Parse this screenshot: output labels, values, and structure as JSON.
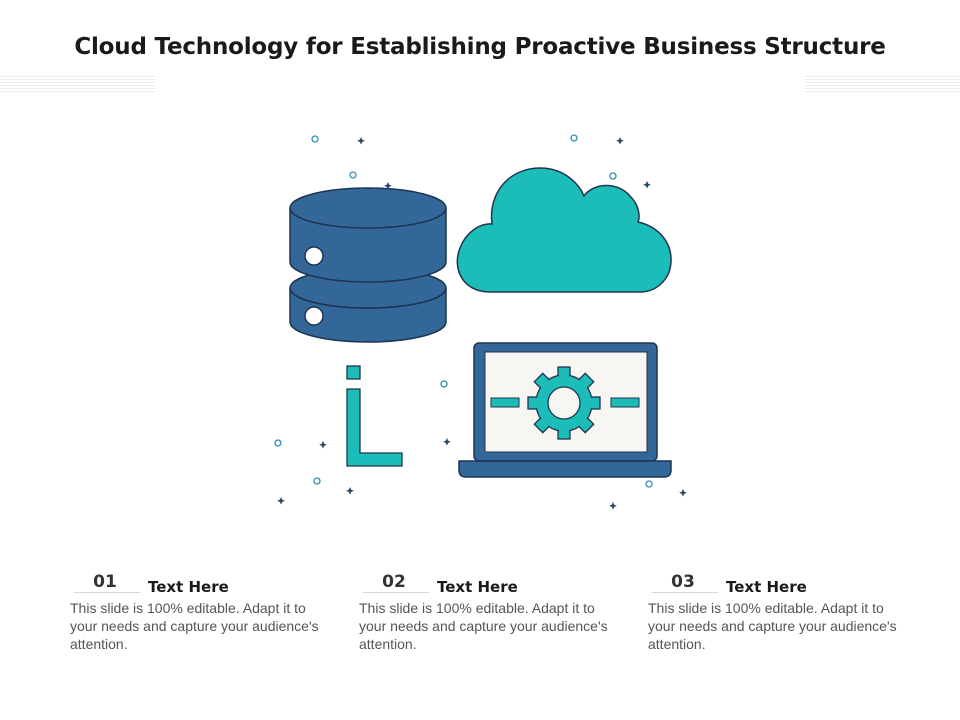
{
  "slide": {
    "title": "Cloud Technology for Establishing Proactive Business Structure"
  },
  "colors": {
    "navy": "#336699",
    "navy_dark": "#243a56",
    "teal": "#1cbcb8",
    "screen": "#f8f6f2"
  },
  "icons": [
    "database-icon",
    "cloud-icon",
    "laptop-icon",
    "gear-icon",
    "connector-arrow-icon"
  ],
  "items": [
    {
      "number": "01",
      "heading": "Text Here",
      "body": "This slide is 100% editable. Adapt it to your needs and capture your audience's attention."
    },
    {
      "number": "02",
      "heading": "Text Here",
      "body": "This slide is 100% editable. Adapt it to your needs and capture your audience's attention."
    },
    {
      "number": "03",
      "heading": "Text Here",
      "body": "This slide is 100% editable. Adapt it to your needs and capture your audience's attention."
    }
  ]
}
